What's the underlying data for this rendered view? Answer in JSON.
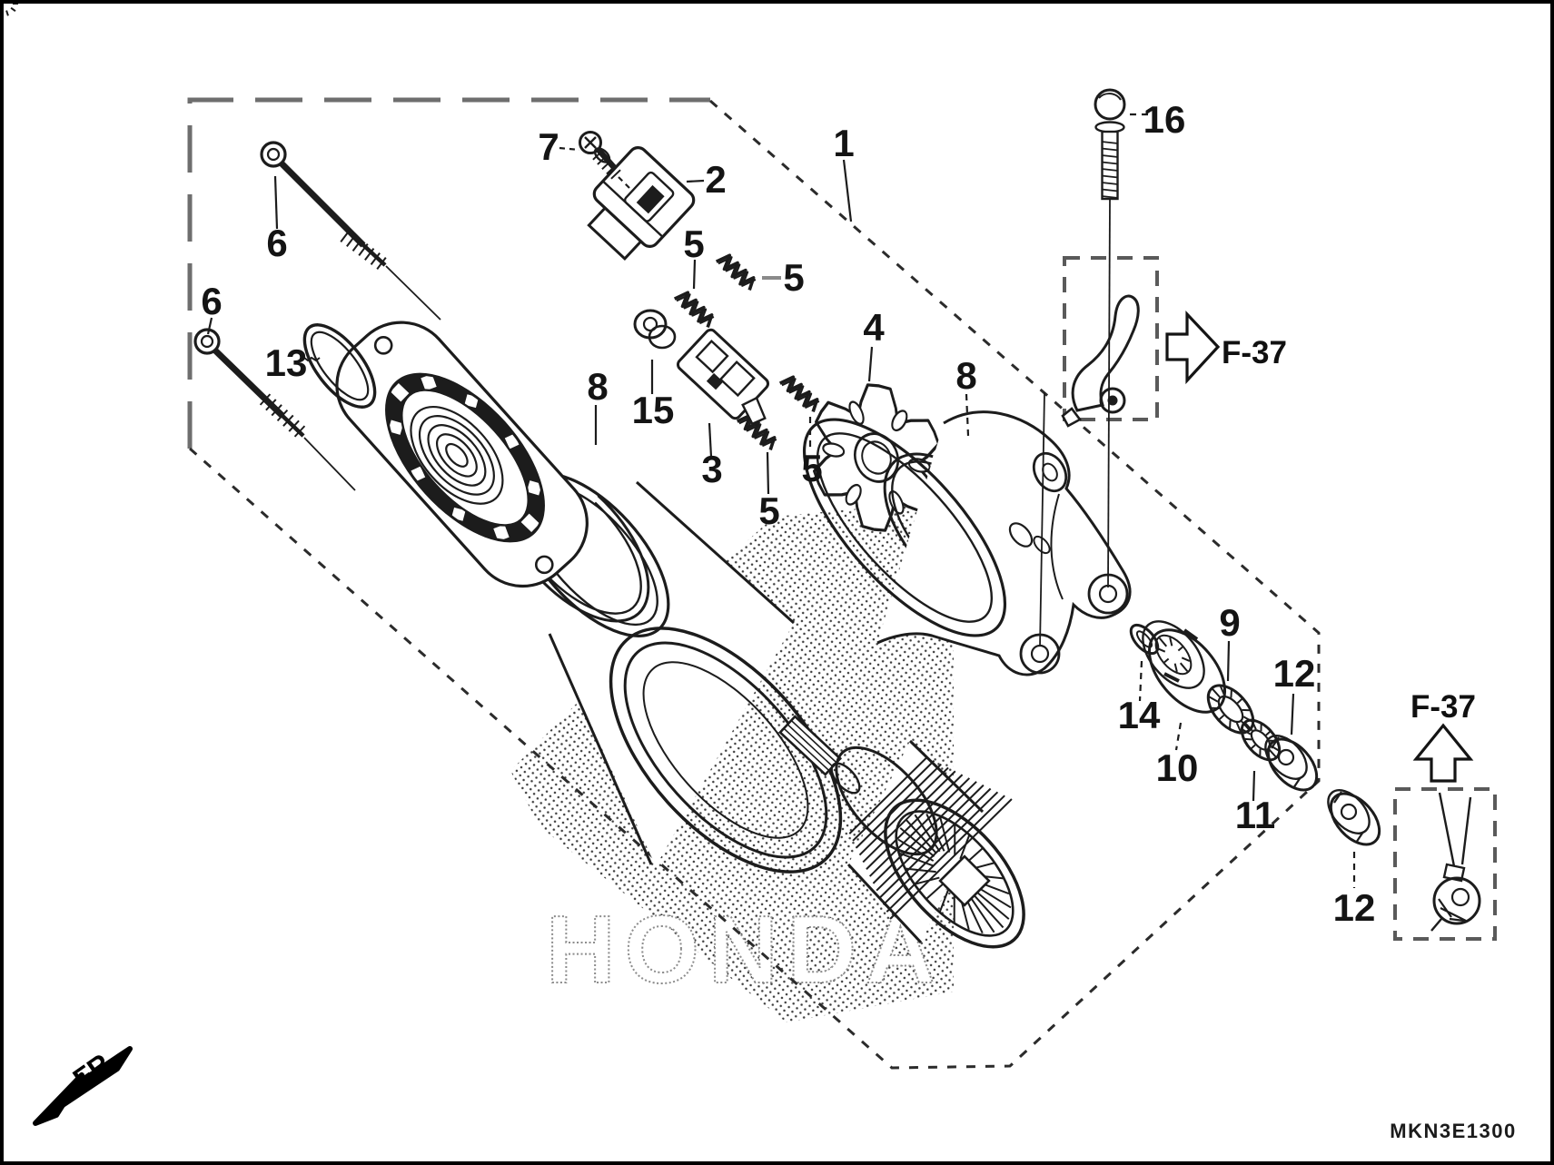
{
  "figure": {
    "type": "exploded-parts-diagram",
    "subject": "starter-motor",
    "diagram_code": "MKN3E1300",
    "watermark": "HONDA",
    "front_marker": "FR.",
    "background_color": "#ffffff",
    "line_color": "#1c1c1c",
    "dash_color": "#6e6e6e"
  },
  "references": [
    {
      "label": "F-37",
      "arrow_direction": "right"
    },
    {
      "label": "F-37",
      "arrow_direction": "up"
    }
  ],
  "callouts": [
    {
      "part": "1"
    },
    {
      "part": "2"
    },
    {
      "part": "3"
    },
    {
      "part": "4"
    },
    {
      "part": "5"
    },
    {
      "part": "5"
    },
    {
      "part": "5"
    },
    {
      "part": "5"
    },
    {
      "part": "6"
    },
    {
      "part": "6"
    },
    {
      "part": "7"
    },
    {
      "part": "8"
    },
    {
      "part": "8"
    },
    {
      "part": "9"
    },
    {
      "part": "10"
    },
    {
      "part": "11"
    },
    {
      "part": "12"
    },
    {
      "part": "12"
    },
    {
      "part": "13"
    },
    {
      "part": "14"
    },
    {
      "part": "15"
    },
    {
      "part": "16"
    }
  ]
}
